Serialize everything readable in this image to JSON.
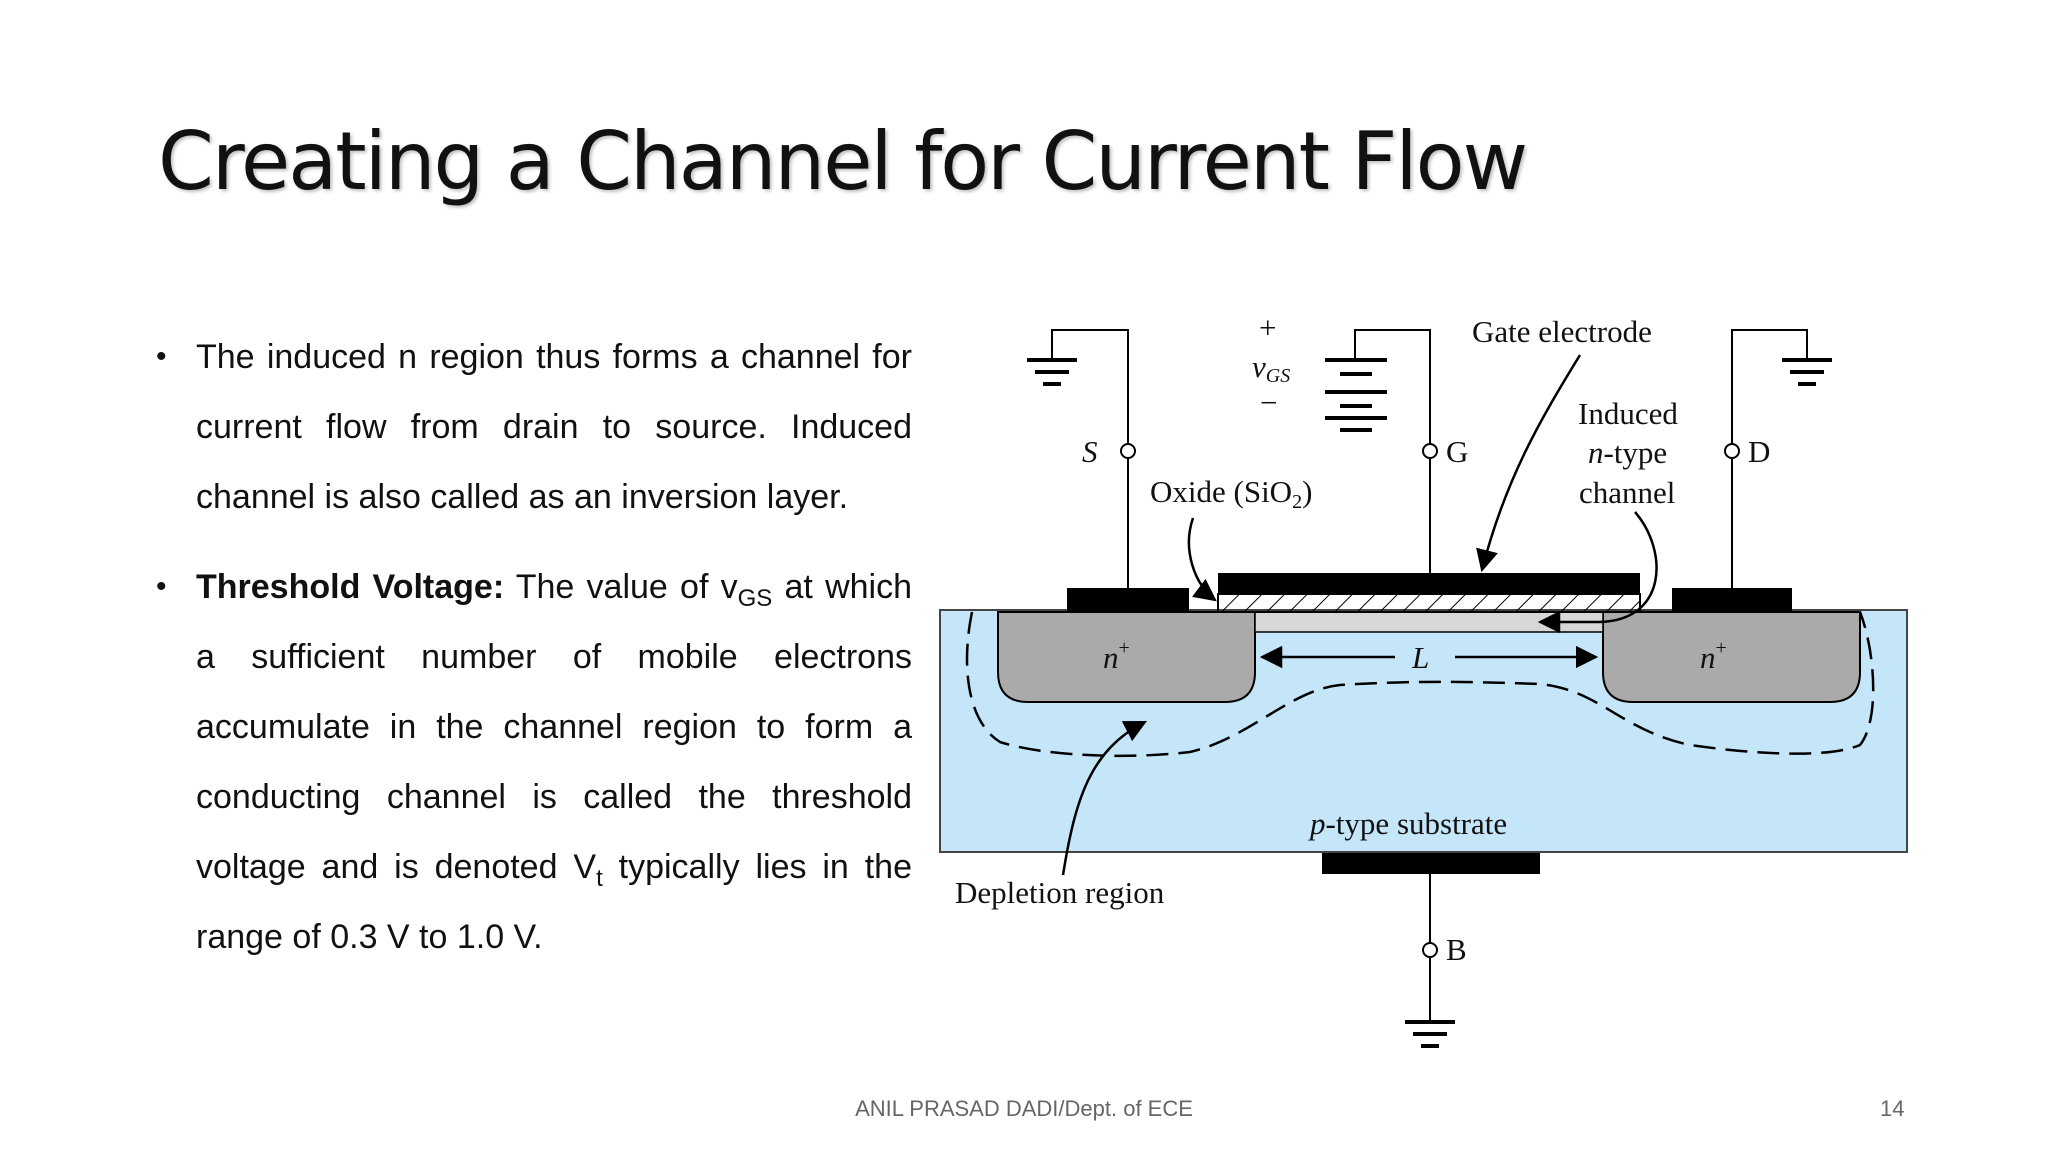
{
  "slide": {
    "title": "Creating a Channel for Current Flow",
    "footer": "ANIL PRASAD DADI/Dept. of ECE",
    "page_number": "14"
  },
  "bullets": [
    {
      "text": "The induced n region thus forms a channel for current flow from drain to source. Induced channel is also called as an inversion layer."
    },
    {
      "bold": "Threshold Voltage:",
      "text_a": " The value of v",
      "sub_a": "GS",
      "text_b": " at which a sufficient number of mobile electrons accumulate in the channel region to form a conducting channel is called the threshold voltage and is denoted V",
      "sub_b": "t",
      "text_c": " typically lies in the range of 0.3 V to 1.0 V."
    }
  ],
  "diagram": {
    "source_label": "S",
    "gate_label": "G",
    "drain_label": "D",
    "body_label": "B",
    "plus": "+",
    "minus": "−",
    "vgs_v": "v",
    "vgs_sub": "GS",
    "gate_electrode": "Gate electrode",
    "induced_1": "Induced",
    "induced_2_italic": "n",
    "induced_2_rest": "-type",
    "induced_3": "channel",
    "oxide_main": "Oxide (SiO",
    "oxide_sub": "2",
    "oxide_close": ")",
    "n_plus_left": "n",
    "n_plus_right": "n",
    "plus_sup": "+",
    "length_label": "L",
    "substrate_italic": "p",
    "substrate_rest": "-type substrate",
    "depletion": "Depletion region",
    "colors": {
      "substrate": "#c5e6f8",
      "n_region": "#aaaaaa",
      "metal": "#000000",
      "channel": "#d7d7d7"
    }
  }
}
